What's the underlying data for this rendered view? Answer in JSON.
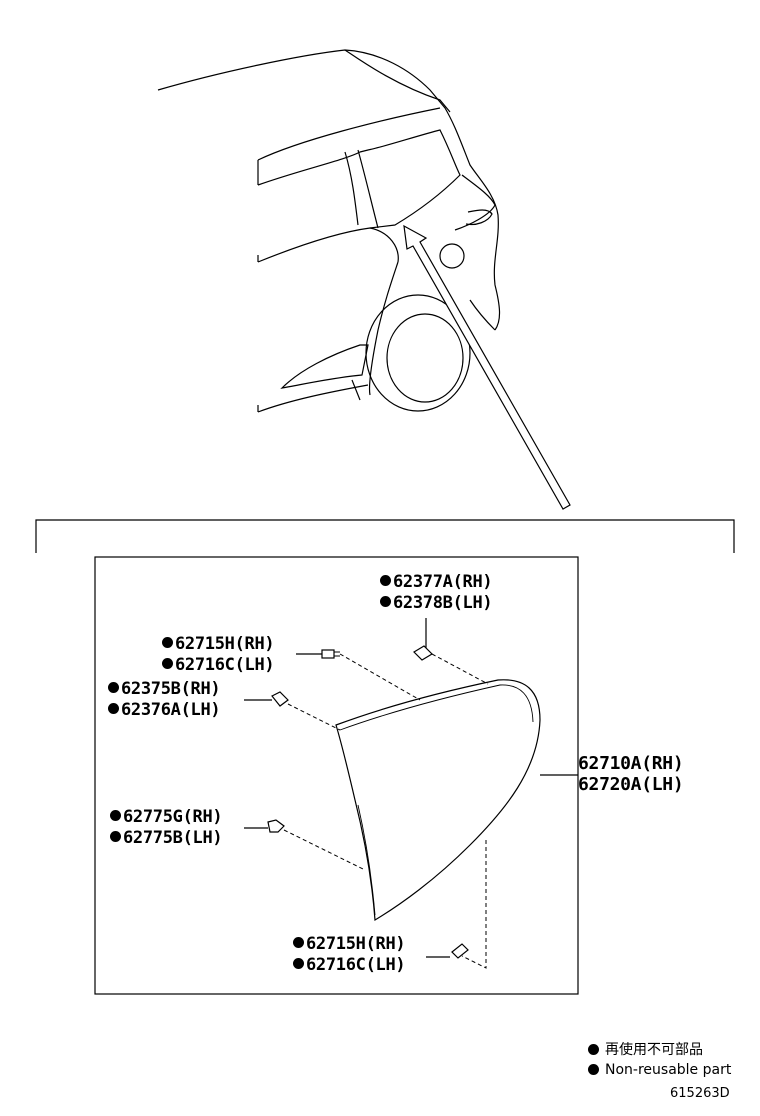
{
  "parts": {
    "grommet_top": {
      "rh": "62377A(RH)",
      "lh": "62378B(LH)"
    },
    "screw_upper": {
      "rh": "62715H(RH)",
      "lh": "62716C(LH)"
    },
    "clip_upper": {
      "rh": "62375B(RH)",
      "lh": "62376A(LH)"
    },
    "clip_lower": {
      "rh": "62775G(RH)",
      "lh": "62775B(LH)"
    },
    "screw_lower": {
      "rh": "62715H(RH)",
      "lh": "62716C(LH)"
    },
    "garnish": {
      "rh": "62710A(RH)",
      "lh": "62720A(LH)"
    }
  },
  "legend": {
    "jp": "再使用不可部品",
    "en": "Non-reusable part"
  },
  "diagram_code": "615263D"
}
